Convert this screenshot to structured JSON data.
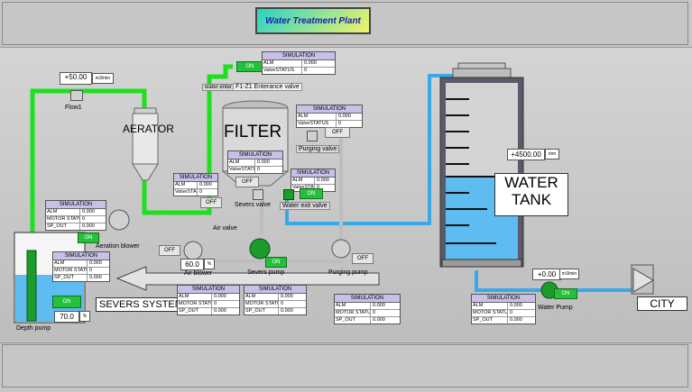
{
  "header": {
    "title": "Water Treatment Plant"
  },
  "labels": {
    "aerator": "AERATOR",
    "filter": "FILTER",
    "water_tank": "WATER\nTANK",
    "severs_system": "SEVERS SYSTEM",
    "city": "CITY",
    "flow1": "Flow1",
    "aeration_blower": "Aeration blower",
    "air_valve": "Air valve",
    "air_blower": "Air blower",
    "severs_valve": "Severs valve",
    "severs_pump": "Severs pump",
    "purging_valve": "Purging valve",
    "purging_pump": "Purging pump",
    "water_exit_valve": "Water exit valve",
    "water_pump": "Water Pump",
    "depth_pump": "Depth pump",
    "entrance_valve_tag": "water enter",
    "entrance_valve_tooltip": "F1-Z1 Enterance valve"
  },
  "values": {
    "flow1_value": "+50.00",
    "flow1_unit": "m3/min",
    "tank_level": "+4500.00",
    "tank_unit": "mm",
    "water_pump_flow": "+0.00",
    "water_pump_unit": "m3/min",
    "air_blower_pct": "60.0",
    "air_blower_unit": "%",
    "depth_pump_pct": "70.0",
    "depth_pump_unit": "%"
  },
  "buttons": {
    "on": "ON",
    "off": "OFF"
  },
  "sim_blocks": {
    "header": "SIMULATION",
    "valve_entrance": {
      "rows": [
        [
          "ALM",
          "0.000"
        ],
        [
          "ValveSTATUS",
          "0"
        ]
      ]
    },
    "valve_purging": {
      "rows": [
        [
          "ALM",
          "0.000"
        ],
        [
          "ValveSTATUS",
          "0"
        ]
      ]
    },
    "valve_severs": {
      "rows": [
        [
          "ALM",
          "0.000"
        ],
        [
          "ValveSTATUS",
          "0"
        ]
      ]
    },
    "valve_air": {
      "rows": [
        [
          "ALM",
          "0.000"
        ],
        [
          "ValveSTATUS",
          "0"
        ]
      ]
    },
    "valve_water_exit": {
      "rows": [
        [
          "ALM",
          "0.000"
        ],
        [
          "ValveSTATUS",
          "0"
        ]
      ]
    },
    "motor_aeration": {
      "rows": [
        [
          "ALM",
          "0.000"
        ],
        [
          "MOTOR STATUS",
          "0"
        ],
        [
          "SP_OUT",
          "0.000"
        ]
      ]
    },
    "motor_depth": {
      "rows": [
        [
          "ALM",
          "0.000"
        ],
        [
          "MOTOR STATUS",
          "0"
        ],
        [
          "SP_OUT",
          "0.000"
        ]
      ]
    },
    "motor_air_blower": {
      "rows": [
        [
          "ALM",
          "0.000"
        ],
        [
          "MOTOR STATUS",
          "0"
        ],
        [
          "SP_OUT",
          "0.000"
        ]
      ]
    },
    "motor_severs": {
      "rows": [
        [
          "ALM",
          "0.000"
        ],
        [
          "MOTOR STATUS",
          "0"
        ],
        [
          "SP_OUT",
          "0.000"
        ]
      ]
    },
    "motor_purging": {
      "rows": [
        [
          "ALM",
          "0.000"
        ],
        [
          "MOTOR STATUS",
          "0"
        ],
        [
          "SP_OUT",
          "0.000"
        ]
      ]
    },
    "motor_water_pump": {
      "rows": [
        [
          "ALM",
          "0.000"
        ],
        [
          "MOTOR STATUS",
          "0"
        ],
        [
          "SP_OUT",
          "0.000"
        ]
      ]
    }
  },
  "colors": {
    "pipe_green": "#1fe01f",
    "pipe_blue": "#3aa8e8",
    "water": "#5fbcf0",
    "on_green": "#23c23a"
  }
}
